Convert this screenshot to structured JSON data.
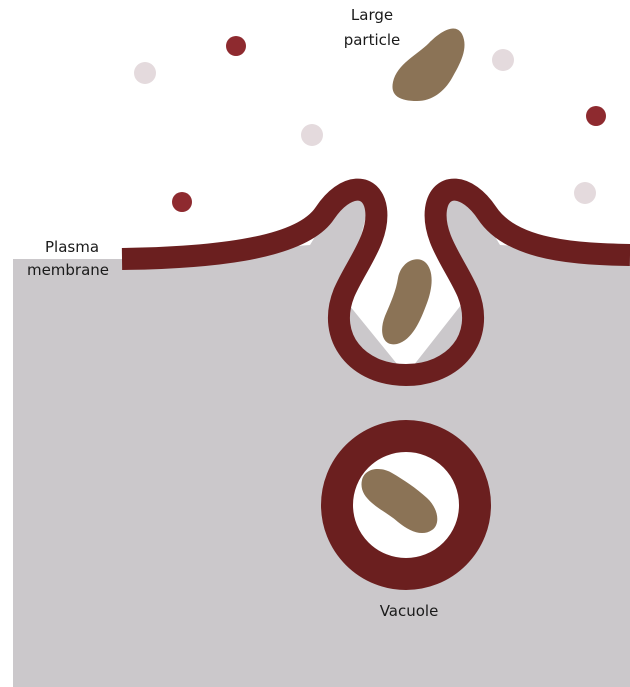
{
  "labels": {
    "particle_line1": "Large",
    "particle_line2": "particle",
    "membrane_line1": "Plasma",
    "membrane_line2": "membrane",
    "vacuole": "Vacuole"
  },
  "colors": {
    "cytoplasm": "#cbc8cb",
    "membrane": "#6b1f1f",
    "particle": "#8b7356",
    "dark_molecule": "#8e2a2f",
    "light_molecule": "#e4dadd",
    "background": "#ffffff"
  }
}
